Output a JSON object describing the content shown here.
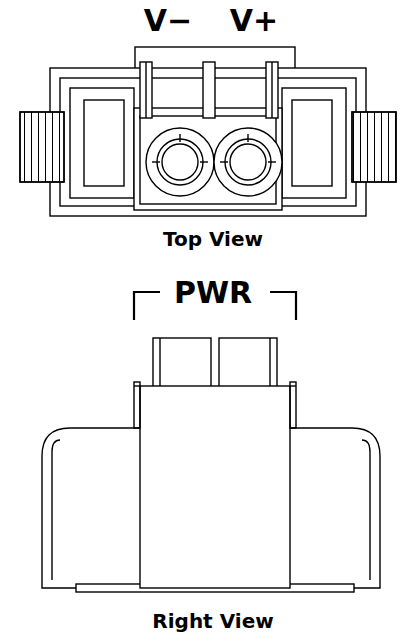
{
  "diagram": {
    "labels": [
      "V−",
      "V+",
      "Top View",
      "PWR",
      "Right View"
    ]
  }
}
